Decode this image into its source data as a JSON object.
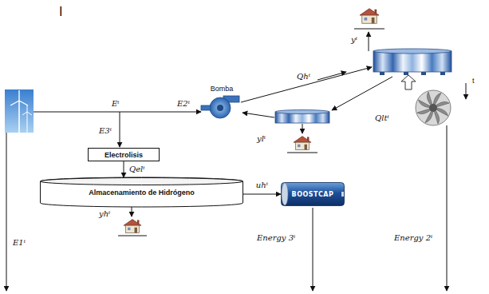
{
  "diagram": {
    "nodes": [
      {
        "text": [
          "Electrolisis"
        ]
      },
      {
        "text": [
          "Almacenamiento de Hidrógeno"
        ]
      },
      {
        "text": [
          "Bomba"
        ]
      },
      {
        "text": [
          "BOOSTCAP"
        ]
      }
    ],
    "edges": [
      {
        "from": 0,
        "to": 1,
        "label": "Qelᵗ",
        "arrow": "to"
      },
      {
        "from": 1,
        "to": 3,
        "label": "uhᵗ",
        "arrow": "to"
      }
    ],
    "labels": [
      "I",
      "Eᵗ",
      "E2ᵗ",
      "E3ᵗ",
      "Qhᵗ",
      "Qltᵗ",
      "yᵗ",
      "t",
      "ylᵗ",
      "yhᵗ",
      "E1ᵗ",
      "Energy 3ᵗ",
      "Energy 2ᵗ"
    ]
  }
}
